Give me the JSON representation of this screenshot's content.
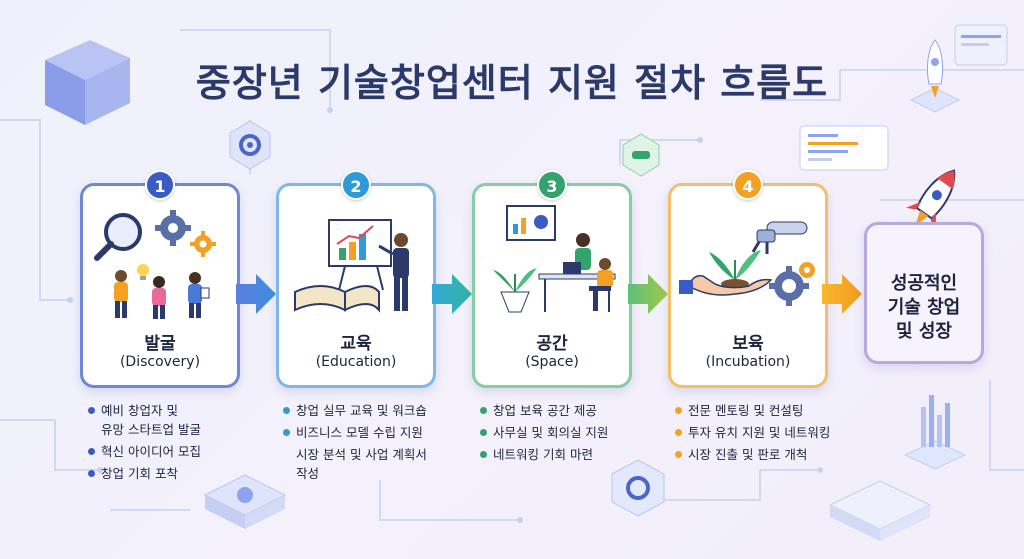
{
  "title": "중장년 기술창업센터 지원 절차 흐름도",
  "steps": [
    {
      "number": "1",
      "name": "발굴",
      "sub": "(Discovery)",
      "color": "#3b5bc4"
    },
    {
      "number": "2",
      "name": "교육",
      "sub": "(Education)",
      "color": "#2e9ad9"
    },
    {
      "number": "3",
      "name": "공간",
      "sub": "(Space)",
      "color": "#33a36b"
    },
    {
      "number": "4",
      "name": "보육",
      "sub": "(Incubation)",
      "color": "#f2a124"
    }
  ],
  "final": {
    "line1": "성공적인",
    "line2": "기술 창업",
    "line3": "및 성장"
  },
  "bullets": [
    [
      "예비 창업자 및",
      "유망 스타트업 발굴",
      "혁신 아이디어 모집",
      "창업 기회 포착"
    ],
    [
      "창업 실무 교육 및 워크숍",
      "비즈니스 모델 수립 지원",
      "시장 분석 및 사업 계획서",
      "작성"
    ],
    [
      "창업 보육 공간 제공",
      "사무실 및 회의실 지원",
      "네트워킹 기회 마련"
    ],
    [
      "전문 멘토링 및 컨설팅",
      "투자 유치 지원 및 네트워킹",
      "시장 진출 및 판로 개척"
    ]
  ]
}
